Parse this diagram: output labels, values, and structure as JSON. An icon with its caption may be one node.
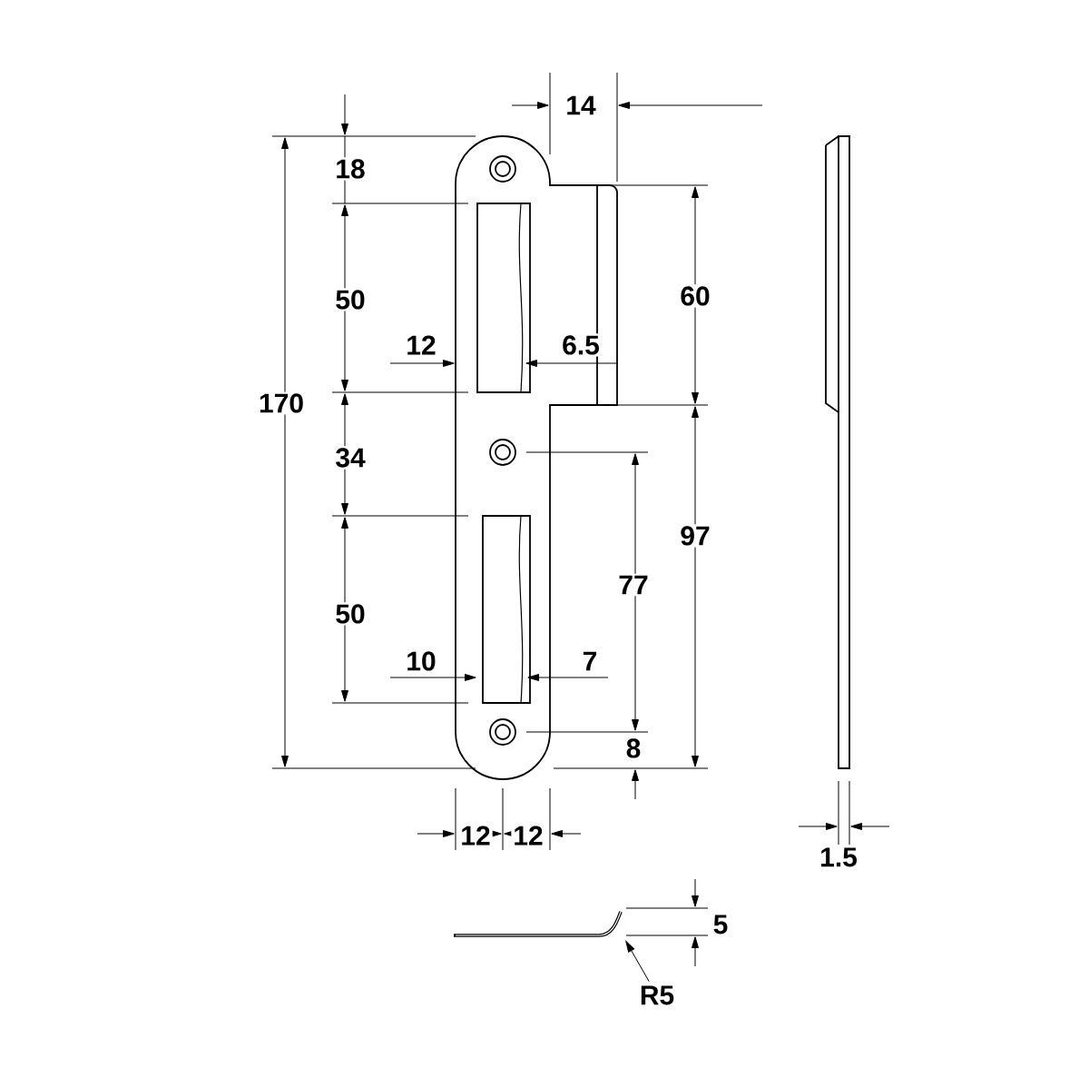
{
  "diagram": {
    "nodes": [
      {
        "text": [
          "R5"
        ]
      },
      {
        "text": [],
        "shape": "picture"
      }
    ],
    "edges": [
      {
        "from": 0,
        "to": 1,
        "arrow": "to"
      }
    ],
    "labels": [
      "18",
      "14",
      "50",
      "60",
      "12",
      "6.5",
      "170",
      "34",
      "97",
      "77",
      "50",
      "10",
      "7",
      "8",
      "12",
      "12",
      "1.5",
      "5"
    ]
  }
}
